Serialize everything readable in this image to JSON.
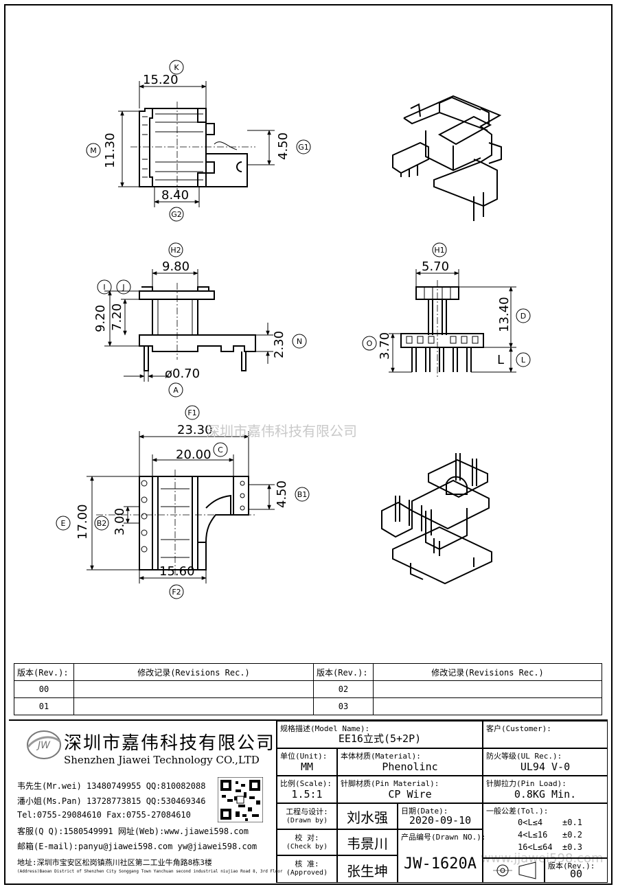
{
  "dims": {
    "K_val": "15.20",
    "K": "K",
    "M_val": "11.30",
    "M": "M",
    "G1_val": "4.50",
    "G1": "G1",
    "G2_val": "8.40",
    "G2": "G2",
    "H2_val": "9.80",
    "H2": "H2",
    "I_val": "9.20",
    "I": "I",
    "J_val": "7.20",
    "J": "J",
    "N_val": "2.30",
    "N": "N",
    "A_val": "ø0.70",
    "A": "A",
    "H1_val": "5.70",
    "H1": "H1",
    "D_val": "13.40",
    "D": "D",
    "O_val": "3.70",
    "O": "O",
    "L_val": "L",
    "L": "L",
    "F1_val": "23.30",
    "F1": "F1",
    "C_val": "20.00",
    "C": "C",
    "B1_val": "4.50",
    "B1": "B1",
    "E_val": "17.00",
    "E": "E",
    "B2_val": "3.00",
    "B2": "B2",
    "F2_val": "15.60",
    "F2": "F2"
  },
  "watermark": "深圳市嘉伟科技有限公司",
  "watermark_url": "www.jjawei598.com",
  "revisions": {
    "rev_header": "版本(Rev.):",
    "rec_header": "修改记录(Revisions Rec.)",
    "rows": [
      {
        "left": "00",
        "right": "02"
      },
      {
        "left": "01",
        "right": "03"
      }
    ]
  },
  "company": {
    "logo_text": "JW",
    "name_cn": "深圳市嘉伟科技有限公司",
    "name_en": "Shenzhen Jiawei Technology CO.,LTD",
    "contacts": [
      "韦先生(Mr.wei) 13480749955 QQ:810082088",
      "潘小姐(Ms.Pan) 13728773815 QQ:530469346",
      "Tel:0755-29084610     Fax:0755-27084610",
      "客服(Q Q):1580549991   网址(Web):www.jiawei598.com",
      "邮箱(E-mail):panyu@jiawei598.com  yw@jiawei598.com"
    ],
    "address_cn": "地址:深圳市宝安区松岗镇燕川社区第二工业牛角路8栋3楼",
    "address_en": "(Address)Baoan District of Shenzhen City Songgang Town Yanchuan  second industrial niujiao Road 8, 3rd Floor"
  },
  "titleblock": {
    "model_label": "规格描述(Model Name):",
    "model_value": "EE16立式(5+2P)",
    "customer_label": "客户(Customer):",
    "customer_value": "",
    "unit_label": "单位(Unit):",
    "unit_value": "MM",
    "material_label": "本体材质(Material):",
    "material_value": "Phenolinc",
    "ul_label": "防火等级(UL Rec.):",
    "ul_value": "UL94 V-0",
    "scale_label": "比例(Scale):",
    "scale_value": "1.5:1",
    "pin_label": "针脚材质(Pin Material):",
    "pin_value": "CP Wire",
    "load_label": "针脚拉力(Pin Load):",
    "load_value": "0.8KG Min.",
    "drawn_label": "工程与设计:",
    "drawn_label2": "(Drawn by)",
    "drawn_value": "刘水强",
    "date_label": "日期(Date):",
    "date_value": "2020-09-10",
    "check_label": "校  对:",
    "check_label2": "(Check by)",
    "check_value": "韦景川",
    "drawno_label": "产品编号(Drawn NO.):",
    "drawno_value": "JW-1620A",
    "approved_label": "核  准:",
    "approved_label2": "(Approved)",
    "approved_value": "张生坤",
    "tol_label": "一般公差(Tol.):",
    "tol_rows": [
      "0<L≤4    ±0.1",
      "4<L≤16   ±0.2",
      "16<L≤64  ±0.3"
    ],
    "rev_label": "版本(Rev.):",
    "rev_value": "00"
  }
}
